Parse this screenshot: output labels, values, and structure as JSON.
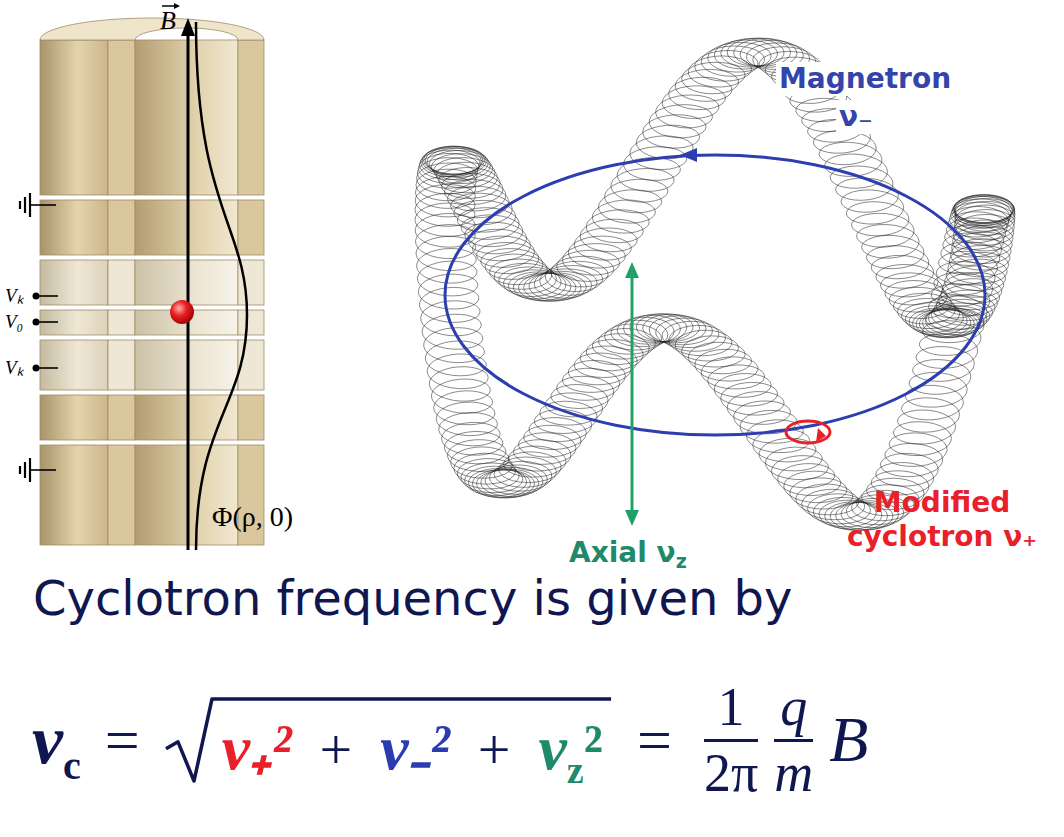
{
  "diagram": {
    "labels": [
      "B",
      "Vₖ",
      "V₀",
      "Vₖ",
      "Φ(ρ, 0)",
      "Magnetron",
      "ν₋",
      "Axial ν",
      "z",
      "Modified cyclotron ν₊",
      "Cyclotron frequency is given by",
      "ν",
      "c",
      "=",
      "ν₊²",
      "+",
      "ν₋²",
      "+",
      "ν",
      "z",
      "²",
      "=",
      "1",
      "2π",
      "q",
      "m",
      "B"
    ]
  }
}
